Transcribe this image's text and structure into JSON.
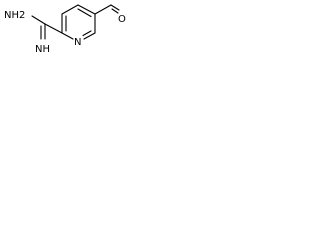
{
  "diagram": {
    "atoms": {
      "nh2": "NH2",
      "nh": "NH",
      "ring_n": "N",
      "o": "O"
    }
  }
}
